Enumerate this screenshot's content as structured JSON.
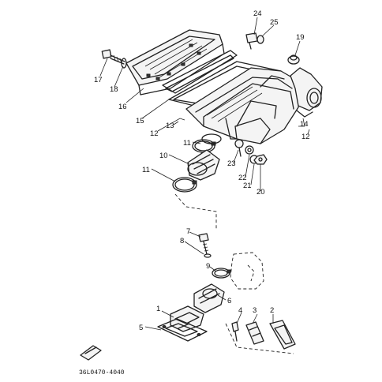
{
  "diagram_code": "36L0470-4040",
  "callouts": {
    "c1": "1",
    "c2": "2",
    "c3": "3",
    "c4": "4",
    "c5": "5",
    "c6": "6",
    "c7": "7",
    "c8": "8",
    "c9": "9",
    "c10": "10",
    "c11a": "11",
    "c11b": "11",
    "c12a": "12",
    "c12b": "12",
    "c13": "13",
    "c14": "14",
    "c15": "15",
    "c16": "16",
    "c17": "17",
    "c18": "18",
    "c19": "19",
    "c20": "20",
    "c21": "21",
    "c22": "22",
    "c23": "23",
    "c24": "24",
    "c25": "25"
  }
}
